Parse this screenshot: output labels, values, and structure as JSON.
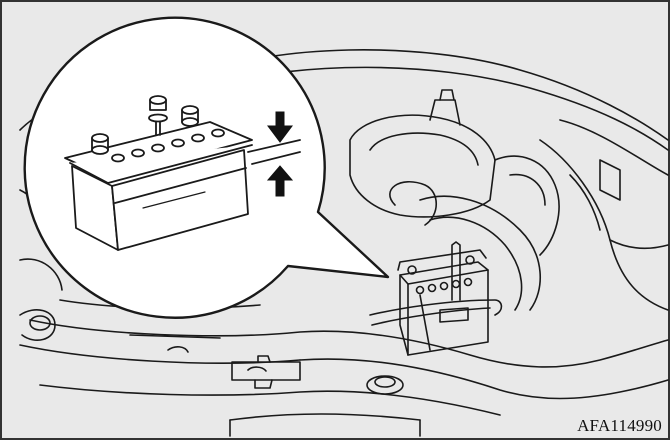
{
  "figure": {
    "code": "AFA114990",
    "colors": {
      "background": "#e9e9e9",
      "line": "#1a1a1a",
      "callout_fill": "#ffffff",
      "frame": "#333333"
    },
    "callout": {
      "subject": "battery-closeup",
      "arrows": [
        "arrow-down",
        "arrow-up"
      ]
    }
  }
}
